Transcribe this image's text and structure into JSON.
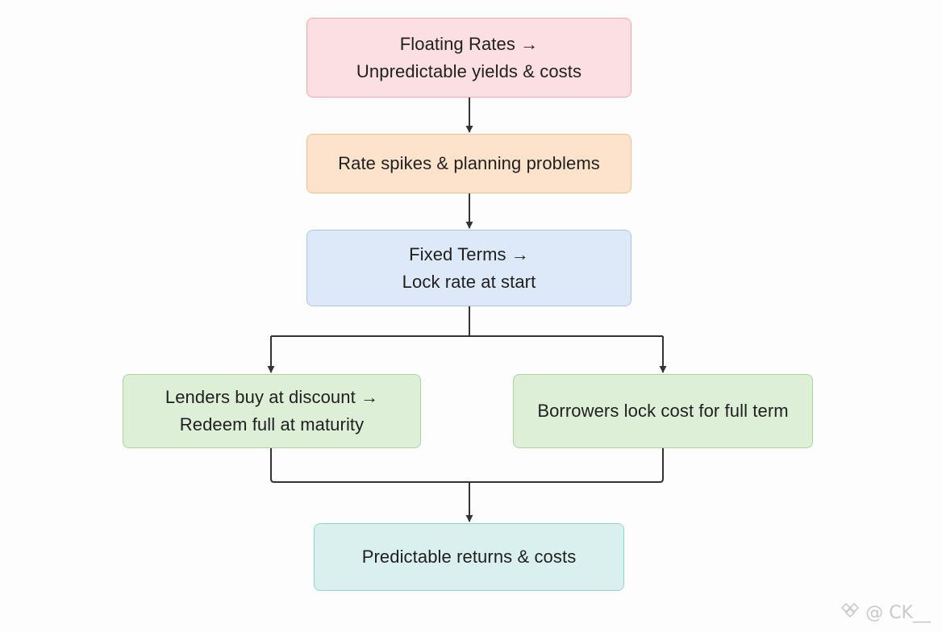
{
  "nodes": {
    "floating_rates": {
      "line1": "Floating Rates →",
      "line2": "Unpredictable yields & costs",
      "color": "#fcdfe2"
    },
    "rate_spikes": {
      "line1": "Rate spikes & planning problems",
      "color": "#fde3cb"
    },
    "fixed_terms": {
      "line1": "Fixed Terms →",
      "line2": "Lock rate at start",
      "color": "#dde9f8"
    },
    "lenders": {
      "line1": "Lenders buy at discount →",
      "line2": "Redeem full at maturity",
      "color": "#deefd8"
    },
    "borrowers": {
      "line1": "Borrowers lock cost for full term",
      "color": "#deefd8"
    },
    "predictable": {
      "line1": "Predictable returns & costs",
      "color": "#d9f0ee"
    }
  },
  "connector_color": "#333333",
  "watermark": {
    "text": "@ CK__",
    "icon": "diamond-logo-icon"
  }
}
